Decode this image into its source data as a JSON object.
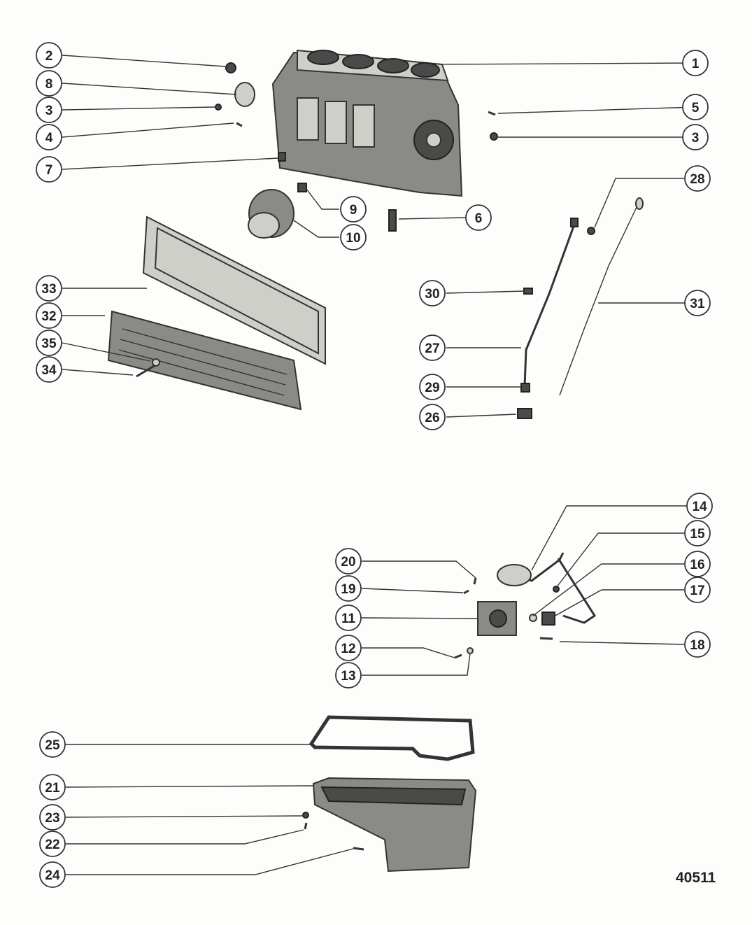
{
  "figure_number": "40511",
  "callouts": [
    "1",
    "2",
    "3",
    "4",
    "5",
    "6",
    "7",
    "8",
    "9",
    "10",
    "11",
    "12",
    "13",
    "14",
    "15",
    "16",
    "17",
    "18",
    "19",
    "20",
    "21",
    "22",
    "23",
    "24",
    "25",
    "26",
    "27",
    "28",
    "29",
    "30",
    "31",
    "32",
    "33",
    "34",
    "35",
    "3"
  ],
  "colors": {
    "ink": "#222222",
    "paper": "#fdfdfb",
    "part": "#8a8a86"
  }
}
